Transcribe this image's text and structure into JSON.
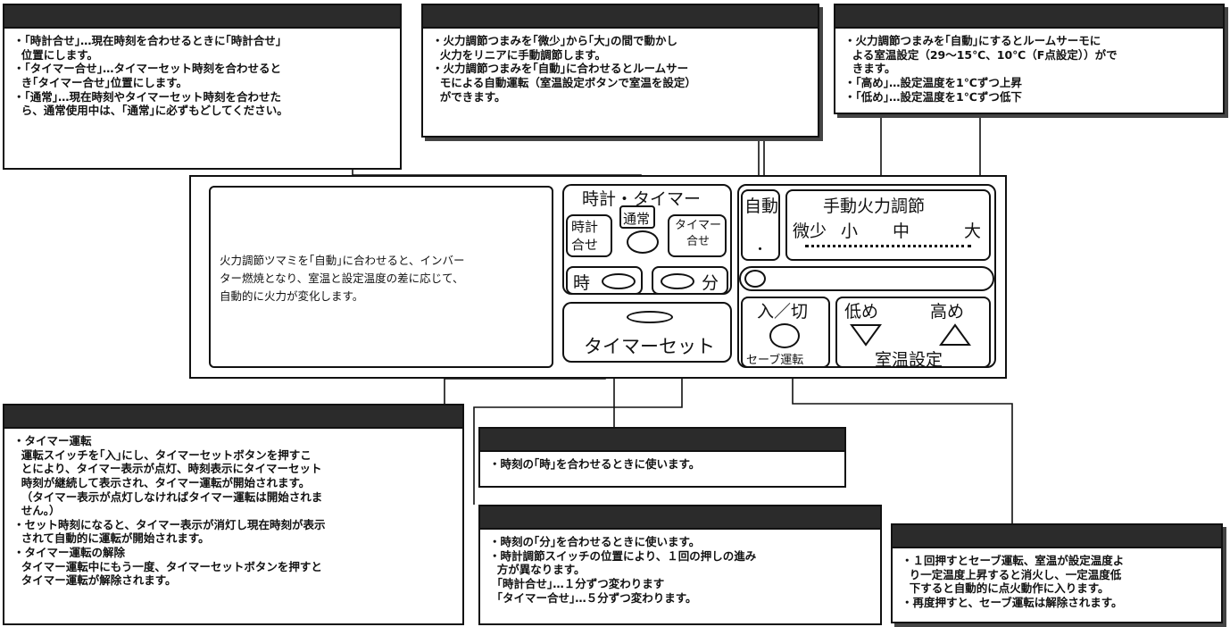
{
  "callouts": {
    "clock_switch": "・｢時計合せ｣…現在時刻を合わせるときに｢時計合せ｣\n  位置にします。\n・｢タイマー合せ｣…タイマーセット時刻を合わせると\n  き｢タイマー合せ｣位置にします。\n・｢通常｣…現在時刻やタイマーセット時刻を合わせた\n  ら、通常使用中は、｢通常｣に必ずもどしてください。",
    "manual_knob": "・火力調節つまみを｢微少｣から｢大｣の間で動かし\n  火力をリニアに手動調節します。\n・火力調節つまみを｢自動｣に合わせるとルームサー\n  モによる自動運転（室温設定ボタンで室温を設定）\n  ができます。",
    "room_temp": "・火力調節つまみを｢自動｣にするとルームサーモに\n  よる室温設定（29～15℃、10℃（F点設定））がで\n  きます。\n・｢高め｣…設定温度を1℃ずつ上昇\n・｢低め｣…設定温度を1℃ずつ低下",
    "timer_set": "・タイマー運転\n  運転スイッチを｢入｣にし、タイマーセットボタンを押すこ\n  とにより、タイマー表示が点灯、時刻表示にタイマーセット\n  時刻が継続して表示され、タイマー運転が開始されます。\n  （タイマー表示が点灯しなければタイマー運転は開始されま\n  せん。）\n・セット時刻になると、タイマー表示が消灯し現在時刻が表示\n  されて自動的に運転が開始されます。\n・タイマー運転の解除\n  タイマー運転中にもう一度、タイマーセットボタンを押すと\n  タイマー運転が解除されます。",
    "hour_button": "・時刻の｢時｣を合わせるときに使います。",
    "minute_button": "・時刻の｢分｣を合わせるときに使います。\n・時計調節スイッチの位置により、１回の押しの進み\n  方が異なります。\n  ｢時計合せ｣…１分ずつ変わります\n  ｢タイマー合せ｣…５分ずつ変わります。",
    "save_button": "・１回押すとセーブ運転、室温が設定温度よ\n  り一定温度上昇すると消火し、一定温度低\n  下すると自動的に点火動作に入ります。\n・再度押すと、セーブ運転は解除されます。"
  },
  "panel": {
    "info_text": "火力調節ツマミを｢自動｣に合わせると、インバー\nター燃焼となり、室温と設定温度の差に応じて、\n自動的に火力が変化します。",
    "clock_timer_title": "時計・タイマー",
    "clock_adjust": "時計\n合せ",
    "normal": "通常",
    "timer_adjust": "タイマー\n合せ",
    "hour": "時",
    "minute": "分",
    "timer_set": "タイマーセット",
    "auto": "自動",
    "auto_dot": "・",
    "manual_title": "手動火力調節",
    "fine": "微少",
    "small": "小",
    "medium": "中",
    "large": "大",
    "on_off": "入／切",
    "save_run": "セーブ運転",
    "low": "低め",
    "high": "高め",
    "room_temp_setting": "室温設定"
  }
}
